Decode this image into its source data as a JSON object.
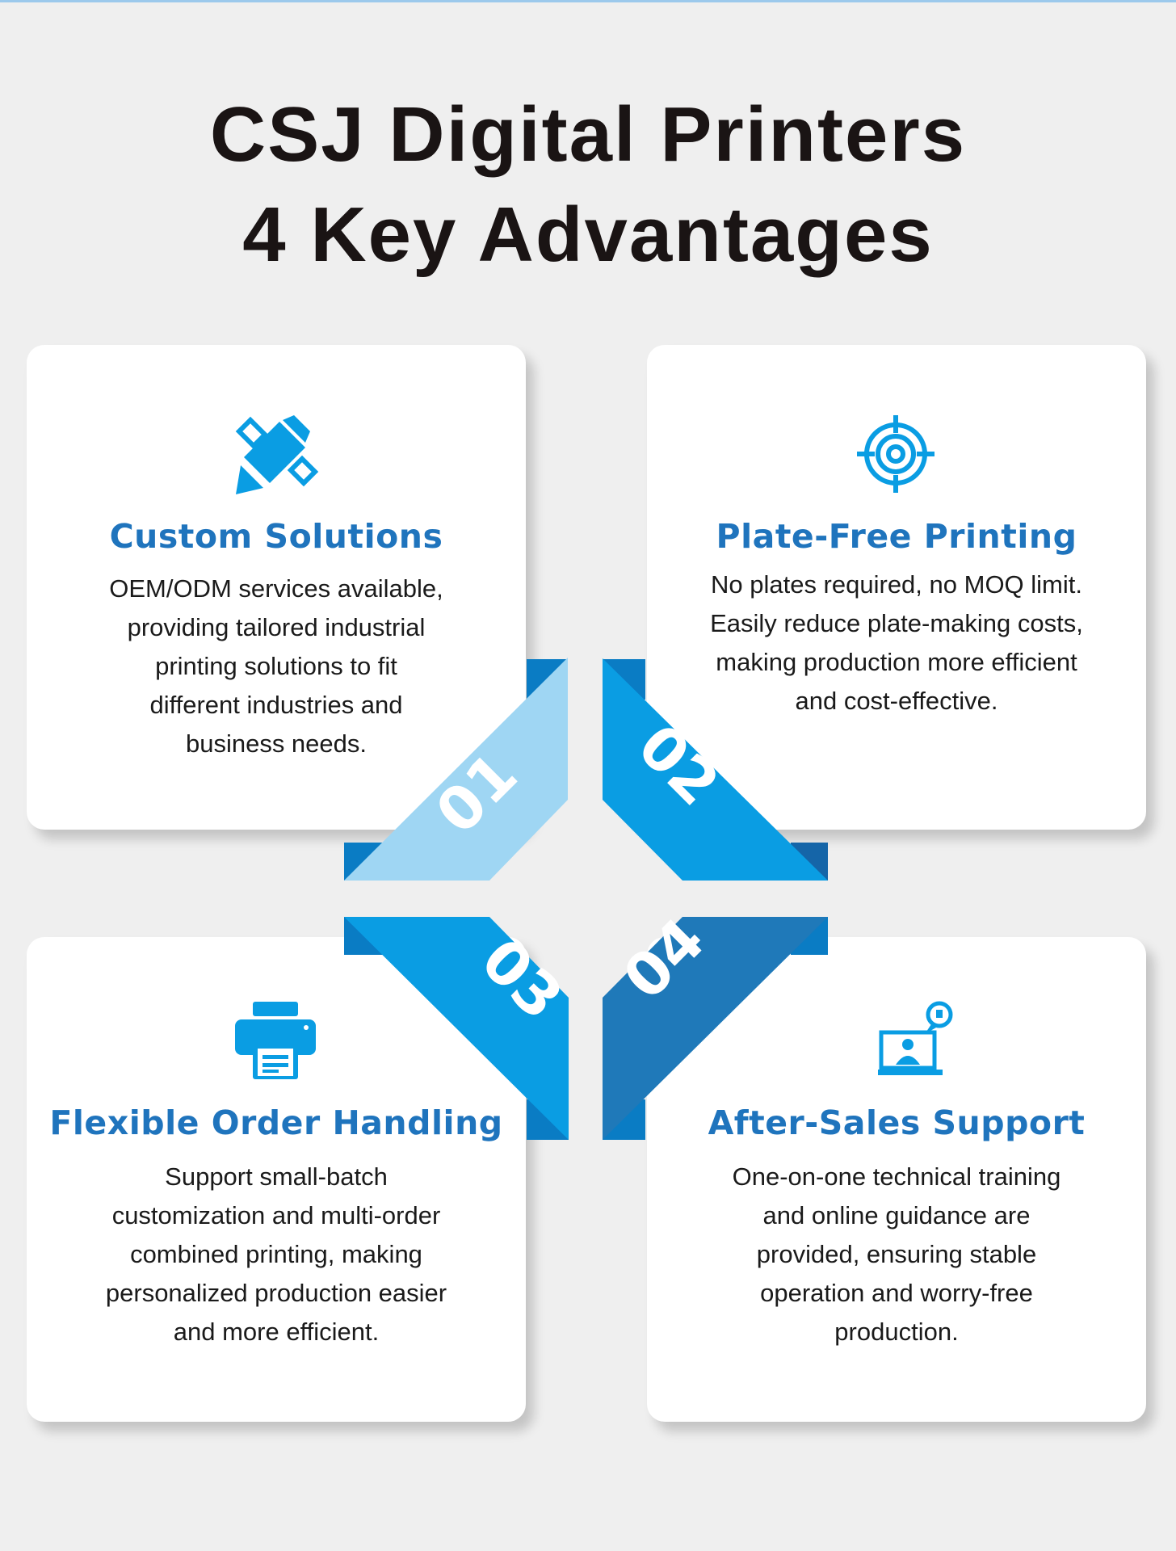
{
  "title": {
    "line1": "CSJ Digital Printers",
    "line2": "4 Key Advantages"
  },
  "colors": {
    "accent": "#0a9de3",
    "heading": "#1f74bd",
    "ribbon_01": "#9fd6f3",
    "ribbon_02": "#0a9de3",
    "ribbon_03": "#0a9de3",
    "ribbon_04": "#1f79b9"
  },
  "cards": [
    {
      "number": "01",
      "icon": "pencil-ruler-icon",
      "heading": "Custom Solutions",
      "lines": [
        "OEM/ODM services available,",
        "providing tailored industrial",
        "printing solutions to fit",
        "different industries and",
        "business needs."
      ]
    },
    {
      "number": "02",
      "icon": "target-icon",
      "heading": "Plate-Free Printing",
      "lines": [
        "No plates required, no MOQ limit.",
        "Easily reduce plate-making costs,",
        "making production more efficient",
        "and cost-effective."
      ]
    },
    {
      "number": "03",
      "icon": "printer-icon",
      "heading": "Flexible Order Handling",
      "lines": [
        "Support small-batch",
        "customization and multi-order",
        "combined printing, making",
        "personalized production easier",
        "and more efficient."
      ]
    },
    {
      "number": "04",
      "icon": "online-support-icon",
      "heading": "After-Sales Support",
      "lines": [
        "One-on-one technical training",
        "and online guidance are",
        "provided, ensuring stable",
        "operation and worry-free",
        "production."
      ]
    }
  ]
}
